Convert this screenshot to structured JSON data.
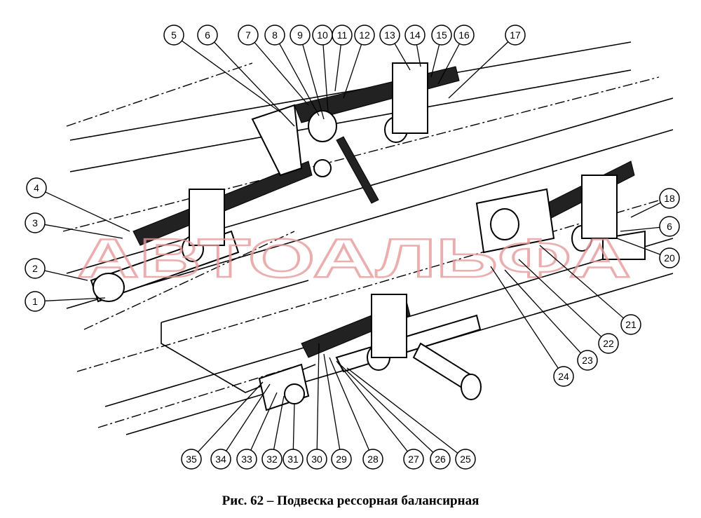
{
  "figure": {
    "caption": "Рис. 62 – Подвеска рессорная балансирная",
    "watermark": "АВТОАЛЬФА",
    "callouts": [
      "5",
      "6",
      "7",
      "8",
      "9",
      "10",
      "11",
      "12",
      "13",
      "14",
      "15",
      "16",
      "17",
      "18",
      "6",
      "20",
      "21",
      "22",
      "23",
      "24",
      "4",
      "3",
      "2",
      "1",
      "35",
      "34",
      "33",
      "32",
      "31",
      "30",
      "29",
      "28",
      "27",
      "26",
      "25"
    ]
  }
}
